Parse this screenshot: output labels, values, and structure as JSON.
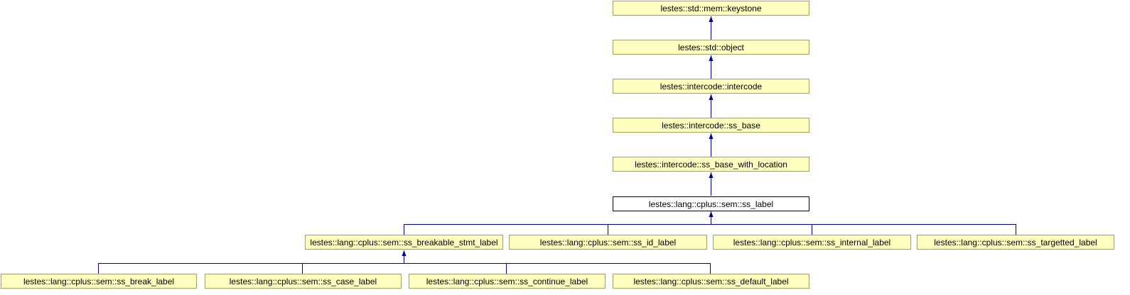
{
  "nodes": {
    "keystone": "lestes::std::mem::keystone",
    "object": "lestes::std::object",
    "intercode": "lestes::intercode::intercode",
    "ss_base": "lestes::intercode::ss_base",
    "ss_base_with_location": "lestes::intercode::ss_base_with_location",
    "ss_label": "lestes::lang::cplus::sem::ss_label",
    "ss_breakable_stmt_label": "lestes::lang::cplus::sem::ss_breakable_stmt_label",
    "ss_id_label": "lestes::lang::cplus::sem::ss_id_label",
    "ss_internal_label": "lestes::lang::cplus::sem::ss_internal_label",
    "ss_targetted_label": "lestes::lang::cplus::sem::ss_targetted_label",
    "ss_break_label": "lestes::lang::cplus::sem::ss_break_label",
    "ss_case_label": "lestes::lang::cplus::sem::ss_case_label",
    "ss_continue_label": "lestes::lang::cplus::sem::ss_continue_label",
    "ss_default_label": "lestes::lang::cplus::sem::ss_default_label"
  },
  "colors": {
    "node_fill": "#ffffc0",
    "node_border": "#a0a060",
    "edge": "#000080"
  }
}
